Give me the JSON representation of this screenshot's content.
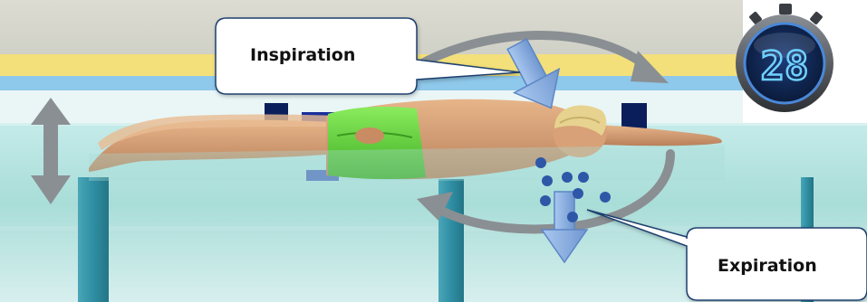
{
  "labels": {
    "inspiration": "Inspiration",
    "expiration": "Expiration"
  },
  "timer": {
    "display": "28",
    "icon": "stopwatch-icon"
  },
  "icons": {
    "inhale_arrow": "down-arrow-icon",
    "exhale_arrow": "down-arrow-icon",
    "cycle_arrows": "curved-arrow-icon",
    "vertical_motion": "double-headed-arrow-icon"
  },
  "colors": {
    "water": "#a9ddd8",
    "pool_stripe_yellow": "#f3e07a",
    "pool_stripe_blue": "#8ec8ea",
    "lane_post": "#2f8ea3",
    "arrow_blue": "#8fb3e2",
    "arrow_grey": "#8a8f93",
    "bubble": "#2e57a8",
    "swimsuit": "#5fcf3a",
    "skin": "#d59a6e",
    "timer_digits": "#6fd0ff"
  }
}
